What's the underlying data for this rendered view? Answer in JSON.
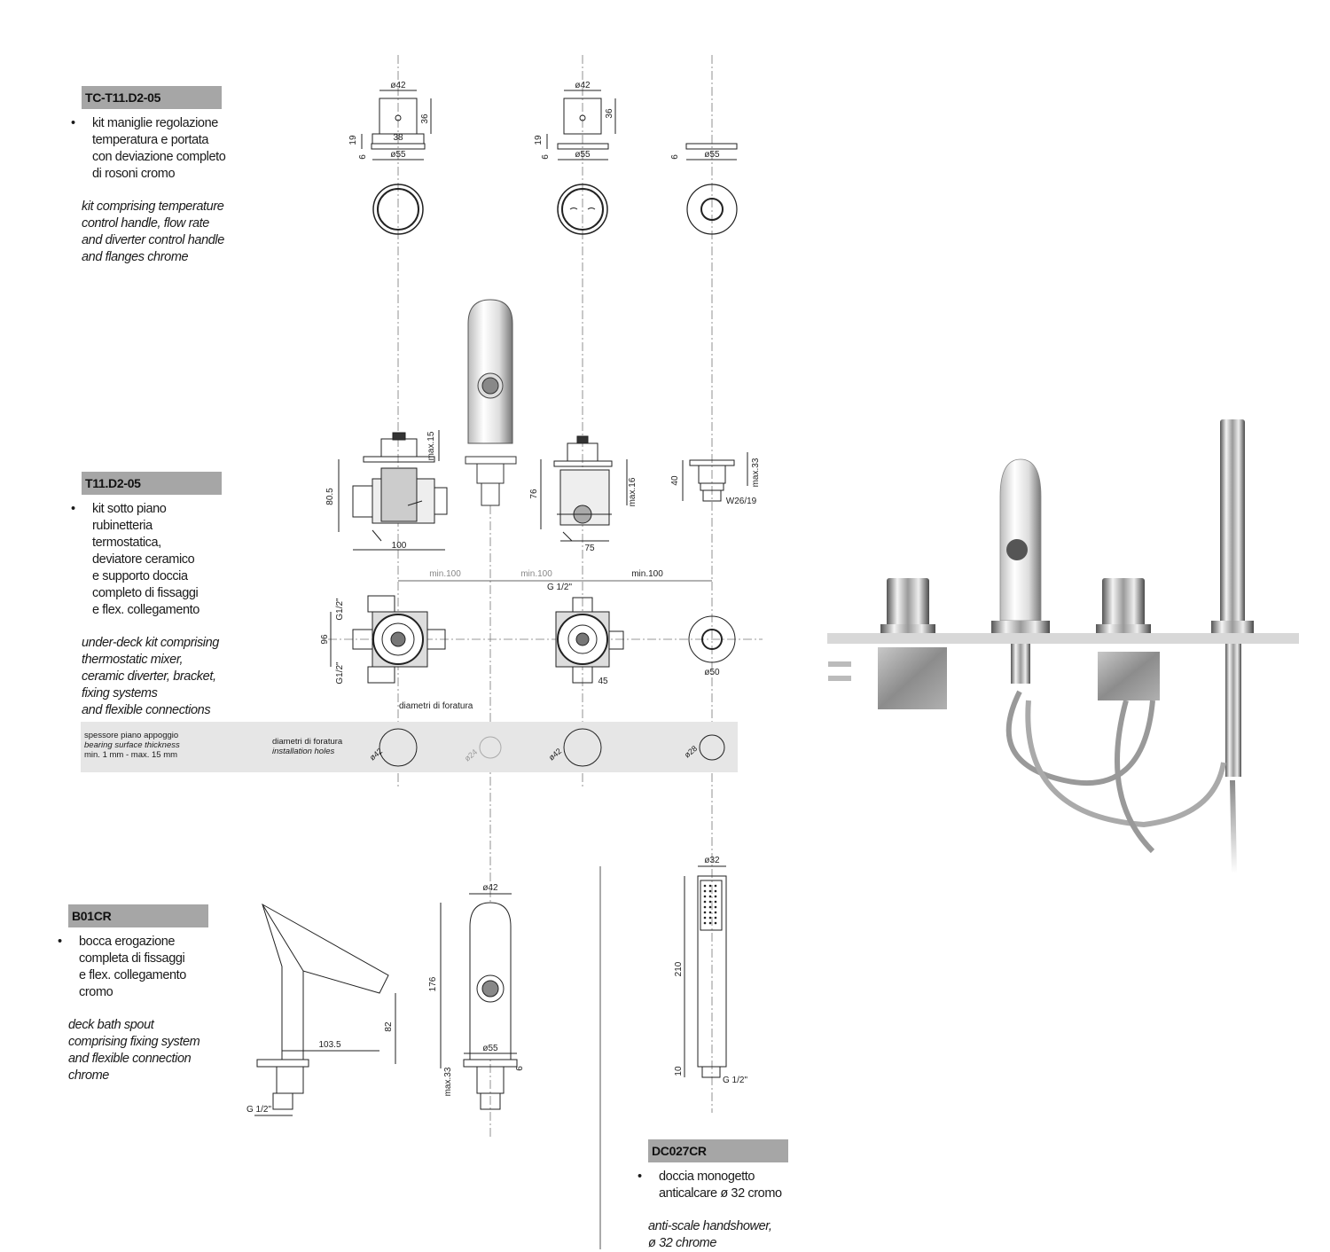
{
  "sections": [
    {
      "code": "TC-T11.D2-05",
      "desc_it": "kit maniglie regolazione\ntemperatura e portata\ncon deviazione completo\ndi rosoni cromo",
      "desc_en": "kit comprising temperature\ncontrol handle, flow rate\nand diverter control handle\nand flanges chrome"
    },
    {
      "code": "T11.D2-05",
      "desc_it": "kit sotto piano\nrubinetteria\ntermostatica,\ndeviatore ceramico\ne supporto doccia\ncompleto di fissaggi\ne flex. collegamento",
      "desc_en": "under-deck kit comprising\nthermostatic mixer,\nceramic diverter, bracket,\nfixing systems\nand flexible connections"
    },
    {
      "code": "B01CR",
      "desc_it": "bocca erogazione\ncompleta di fissaggi\ne flex. collegamento\ncromo",
      "desc_en": "deck bath spout\ncomprising fixing system\nand flexible connection\nchrome"
    },
    {
      "code": "DC027CR",
      "desc_it": "doccia monogetto\nanticalcare ø 32 cromo",
      "desc_en": "anti-scale handshower,\nø 32 chrome"
    }
  ],
  "band": {
    "thickness_it": "spessore piano appoggio",
    "thickness_en": "bearing surface thickness",
    "thickness_range": "min. 1 mm - max. 15 mm",
    "holes_it": "diametri di foratura",
    "holes_en": "installation holes",
    "holes": [
      "ø42",
      "ø24",
      "ø42",
      "ø28"
    ]
  },
  "labels": {
    "drill_diameters": "diametri di foratura",
    "min100_a": "min.100",
    "min100_b": "min.100",
    "min100_c": "min.100"
  },
  "dims": {
    "handle1": [
      "ø42",
      "36",
      "19",
      "38",
      "6",
      "ø55"
    ],
    "handle2": [
      "ø42",
      "36",
      "19",
      "6",
      "ø55"
    ],
    "flange": [
      "6",
      "ø55"
    ],
    "valve1": [
      "max.15",
      "80.5",
      "100"
    ],
    "valve2": [
      "76",
      "max.16",
      "75"
    ],
    "holder": [
      "40",
      "max.33",
      "W26/19"
    ],
    "plan": [
      "G1/2\"",
      "96",
      "G1/2\"",
      "G 1/2\"",
      "45",
      "ø50"
    ],
    "spout_side": [
      "103.5",
      "82",
      "G 1/2\""
    ],
    "spout_front": [
      "ø42",
      "176",
      "ø55",
      "max.33",
      "6"
    ],
    "shower": [
      "ø32",
      "210",
      "10",
      "G 1/2\""
    ]
  }
}
